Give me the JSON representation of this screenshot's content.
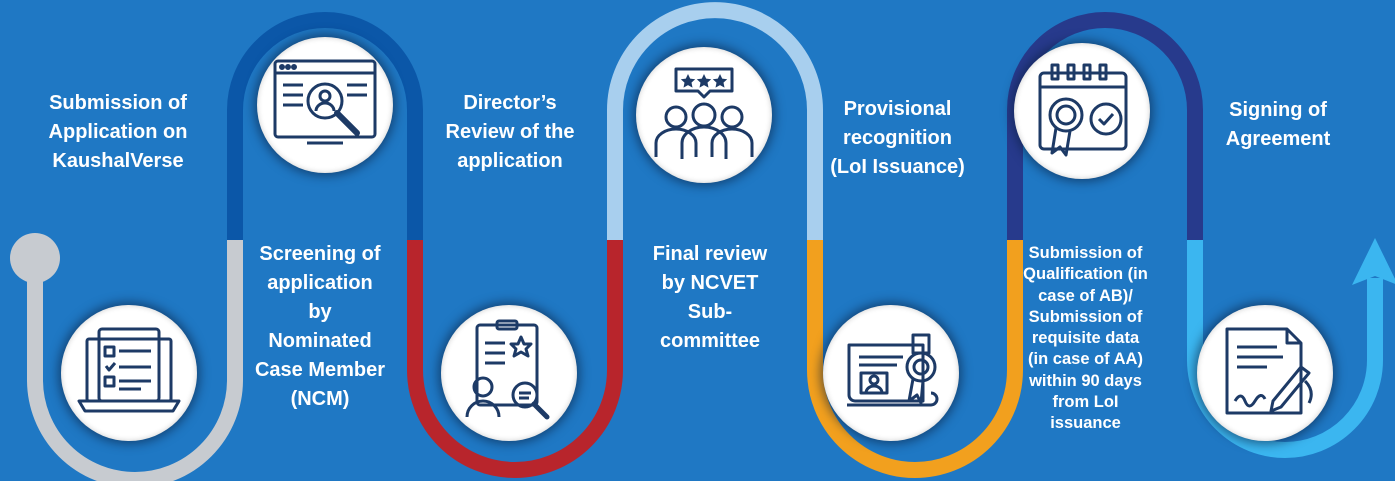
{
  "colors": {
    "background": "#1f78c4",
    "segment_grey": "#c7cbd0",
    "segment_blue": "#0b57a8",
    "segment_red": "#b8252c",
    "segment_lightblue": "#a8cfee",
    "segment_orange": "#f2a01e",
    "segment_navy": "#273a8c",
    "segment_cyan": "#3bb6f0",
    "icon_stroke": "#1d3a66"
  },
  "steps": [
    {
      "label_lines": [
        "Submission of",
        "Application on",
        "KaushalVerse"
      ],
      "icon": "checklist-laptop-icon"
    },
    {
      "label_lines": [
        "Screening of",
        "application",
        "by",
        "Nominated",
        "Case Member",
        "(NCM)"
      ],
      "icon": "web-search-person-icon"
    },
    {
      "label_lines": [
        "Director’s",
        "Review of the",
        "application"
      ],
      "icon": "document-star-review-icon"
    },
    {
      "label_lines": [
        "Final review",
        "by NCVET",
        "Sub-",
        "committee"
      ],
      "icon": "committee-rating-icon"
    },
    {
      "label_lines": [
        "Provisional",
        "recognition",
        "(LoI Issuance)"
      ],
      "icon": "certificate-badge-icon"
    },
    {
      "label_lines": [
        "Submission of",
        "Qualification (in",
        "case of AB)/",
        "Submission of",
        "requisite data",
        "(in case of AA)",
        "within 90 days",
        "from LoI",
        "issuance"
      ],
      "icon": "calendar-award-icon"
    },
    {
      "label_lines": [
        "Signing of",
        "Agreement"
      ],
      "icon": "sign-agreement-icon"
    }
  ]
}
